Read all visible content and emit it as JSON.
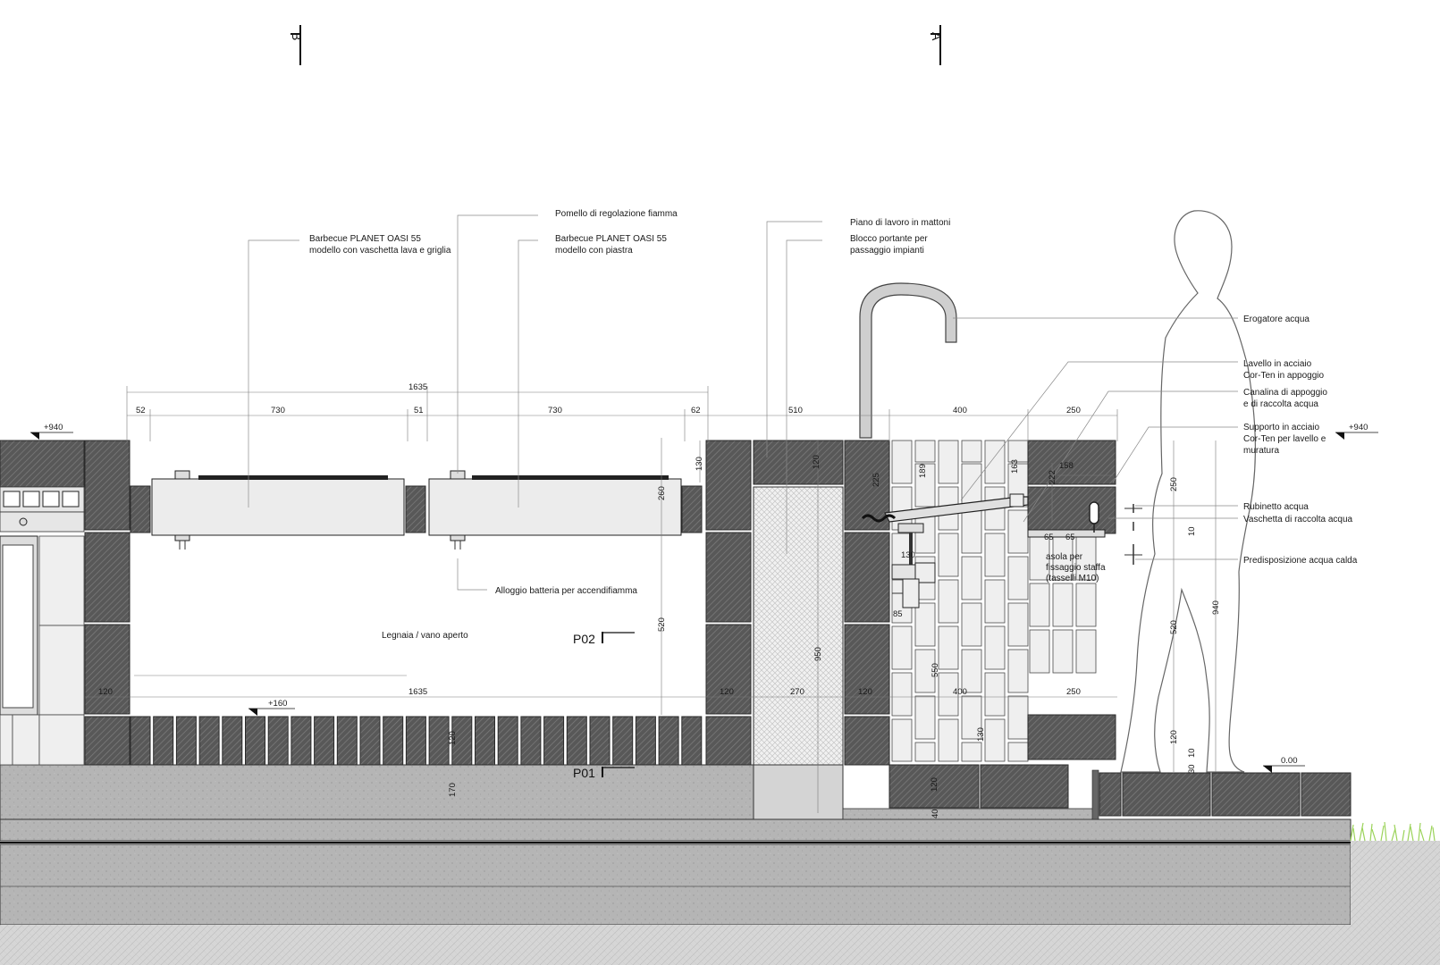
{
  "section_marks": {
    "left": "B",
    "right": "A"
  },
  "level_marks": {
    "top_left": "+940",
    "top_right": "+940",
    "low": "+160",
    "ground": "0.00"
  },
  "plan_marks": {
    "p02": "P02",
    "p01": "P01"
  },
  "callouts": {
    "bbq1": [
      "Barbecue PLANET OASI 55",
      "modello con vaschetta lava e griglia"
    ],
    "knob": [
      "Pomello di regolazione fiamma"
    ],
    "bbq2": [
      "Barbecue PLANET OASI 55",
      "modello con piastra"
    ],
    "worktop": [
      "Piano di lavoro in mattoni"
    ],
    "block": [
      "Blocco portante per",
      "passaggio impianti"
    ],
    "battery": [
      "Alloggio batteria per accendifiamma"
    ],
    "woodstore": [
      "Legnaia / vano aperto"
    ],
    "tap_spout": [
      "Erogatore acqua"
    ],
    "sink": [
      "Lavello in acciaio",
      "Cor-Ten in appoggio"
    ],
    "gutter": [
      "Canalina di appoggio",
      "e di raccolta acqua"
    ],
    "support": [
      "Supporto in acciaio",
      "Cor-Ten per lavello e",
      "muratura"
    ],
    "valve": [
      "Rubinetto acqua"
    ],
    "tray": [
      "Vaschetta di raccolta acqua"
    ],
    "hotwater": [
      "Predisposizione acqua calda"
    ],
    "slot": [
      "asola per",
      "fissaggio staffa",
      "(tasselli M10)"
    ]
  },
  "dimensions": {
    "overall_top": "1635",
    "top_row": [
      "52",
      "730",
      "51",
      "730",
      "62",
      "510",
      "400",
      "250"
    ],
    "overall_bottom": "1635",
    "bottom_row": [
      "120",
      "120",
      "270",
      "120",
      "400",
      "250"
    ],
    "vertical": {
      "v130": "130",
      "v260": "260",
      "v520_left": "520",
      "v950": "950",
      "v120_block": "120",
      "v225": "225",
      "v189": "189",
      "v163": "163",
      "v222": "222",
      "v158": "158",
      "v10": "10",
      "v65a": "65",
      "v65b": "65",
      "v130_sink": "130",
      "v85": "85",
      "v550": "550",
      "v130_low": "130",
      "v120_low": "120",
      "v40": "40",
      "v250_right": "250",
      "v940": "940",
      "v520_right": "520",
      "v120_right": "120",
      "v30": "30",
      "v10_right": "10",
      "v120_base": "120",
      "v170": "170"
    }
  }
}
